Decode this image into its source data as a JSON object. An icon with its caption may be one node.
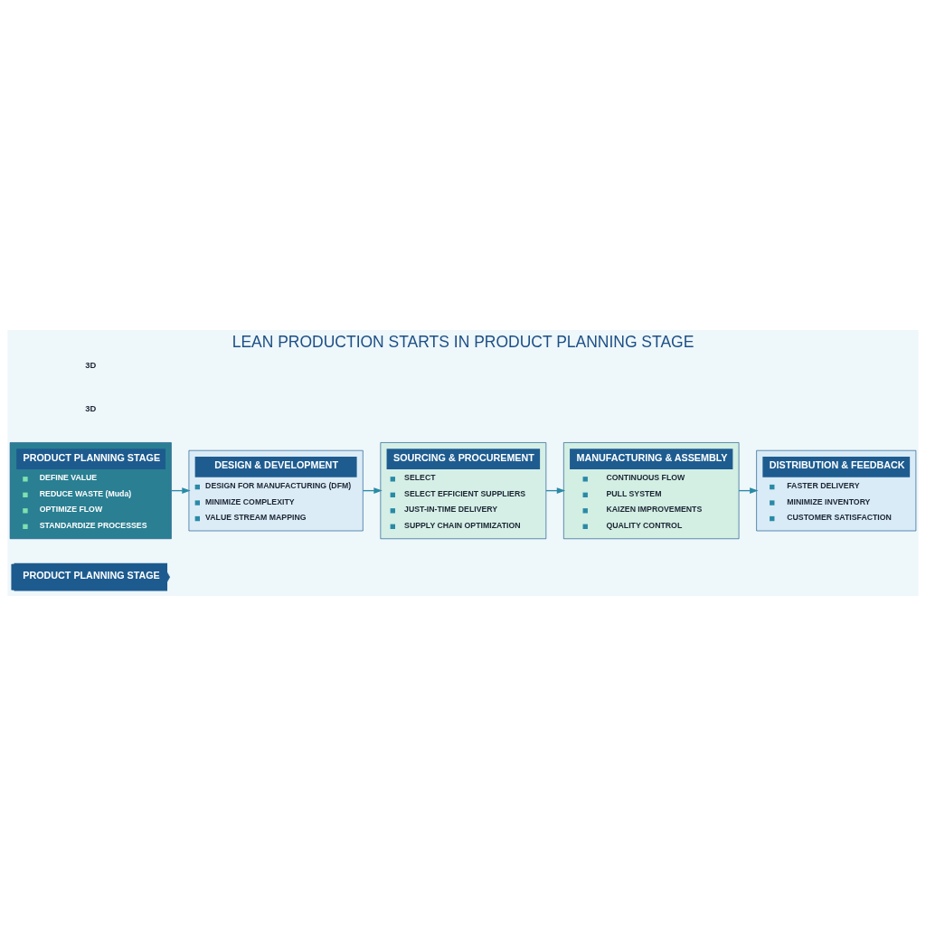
{
  "diagram": {
    "title": "LEAN PRODUCTION STARTS IN PRODUCT PLANNING STAGE",
    "nodes": [
      {
        "text": [
          "PRODUCT PLANNING STAGE"
        ]
      },
      {
        "text": [
          "PRODUCT PLANNING STAGE",
          "DEFINE VALUE",
          "REDUCE WASTE (Muda)",
          "OPTIMIZE FLOW",
          "STANDARDIZE PROCESSES"
        ]
      },
      {
        "text": [
          "DESIGN & DEVELOPMENT",
          "DESIGN FOR MANUFACTURING (DFM)",
          "MINIMIZE COMPLEXITY",
          "VALUE STREAM MAPPING"
        ]
      },
      {
        "text": [
          "SOURCING & PROCUREMENT",
          "SELECT",
          "SELECT EFFICIENT SUPPLIERS",
          "JUST-IN-TIME DELIVERY",
          "SUPPLY CHAIN OPTIMIZATION"
        ]
      },
      {
        "text": [
          "MANUFACTURING & ASSEMBLY",
          "CONTINUOUS FLOW",
          "PULL SYSTEM",
          "KAIZEN IMPROVEMENTS",
          "QUALITY CONTROL"
        ]
      },
      {
        "text": [
          "DISTRIBUTION & FEEDBACK",
          "FASTER DELIVERY",
          "MINIMIZE INVENTORY",
          "CUSTOMER SATISFACTION"
        ]
      }
    ],
    "edges": [
      {
        "from": 1,
        "to": 2,
        "arrow": "to"
      },
      {
        "from": 2,
        "to": 3,
        "arrow": "to"
      },
      {
        "from": 3,
        "to": 4,
        "arrow": "to"
      },
      {
        "from": 4,
        "to": 5,
        "arrow": "to"
      }
    ],
    "labels": [
      "3D",
      "3D"
    ]
  }
}
